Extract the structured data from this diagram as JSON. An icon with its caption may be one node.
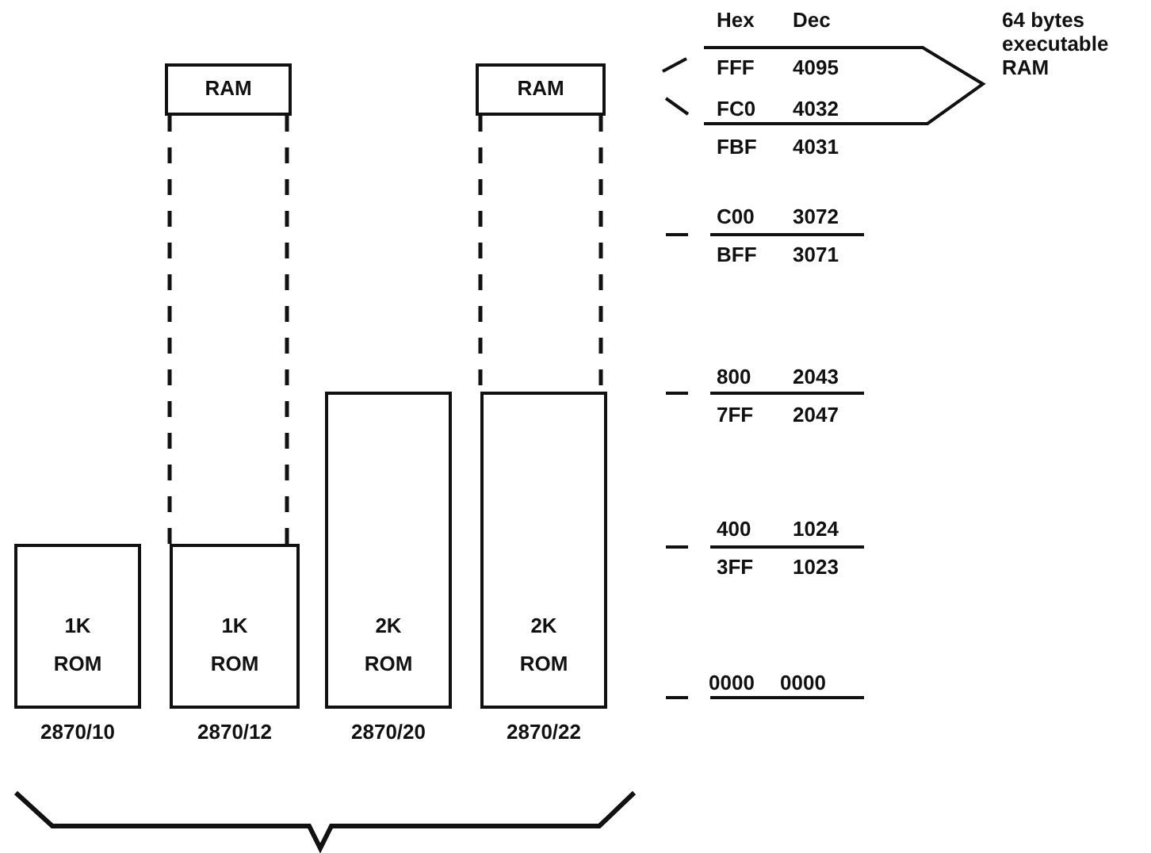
{
  "diagram": {
    "nodes": [
      {
        "text": [
          "RAM"
        ]
      },
      {
        "text": [
          "RAM"
        ]
      },
      {
        "text": [
          "1K ROM"
        ],
        "beside": [
          "2870/10"
        ]
      },
      {
        "text": [
          "1K ROM"
        ],
        "beside": [
          "2870/12"
        ]
      },
      {
        "text": [
          "2K ROM"
        ],
        "beside": [
          "2870/20"
        ]
      },
      {
        "text": [
          "2K ROM"
        ],
        "beside": [
          "2870/22"
        ]
      }
    ],
    "edges": [
      {
        "from": 0,
        "to": 3,
        "arrow": "none",
        "style": "dashed"
      },
      {
        "from": 0,
        "to": 3,
        "arrow": "none",
        "style": "dashed"
      },
      {
        "from": 1,
        "to": 5,
        "arrow": "none",
        "style": "dashed"
      },
      {
        "from": 1,
        "to": 5,
        "arrow": "none",
        "style": "dashed"
      }
    ],
    "labels": [
      "Hex",
      "Dec",
      "FFF",
      "4095",
      "64 bytes executable RAM",
      "FC0",
      "4032",
      "FBF",
      "4031",
      "C00",
      "3072",
      "BFF",
      "3071",
      "800",
      "2043",
      "7FF",
      "2047",
      "400",
      "1024",
      "3FF",
      "1023",
      "0000",
      "0000"
    ]
  }
}
